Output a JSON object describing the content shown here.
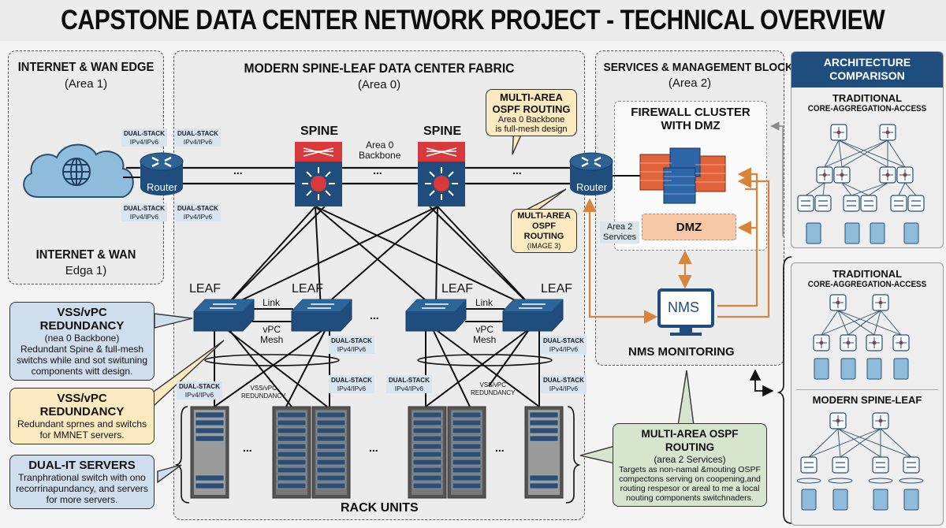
{
  "title": "CAPSTONE DATA CENTER NETWORK PROJECT - TECHNICAL OVERVIEW",
  "colors": {
    "navy": "#1f4e7e",
    "spine_red": "#d9393b",
    "firewall_orange": "#e2623a",
    "orange_link": "#d9843a",
    "dmz_fill": "#f8c7a6",
    "tag_fill": "#d8e4ef",
    "callout_blue": "#cfdeec",
    "callout_yellow": "#fbeac0",
    "callout_green": "#d7e5cf"
  },
  "wan_zone": {
    "title": "INTERNET & WAN EDGE",
    "subtitle": "(Area 1)",
    "footer_title": "INTERNET & WAN",
    "footer_sub": "Edga 1)",
    "cloud_icon": "globe-icon",
    "router_label": "Router",
    "tags": [
      "DUAL-STACK",
      "IPv4/IPv6"
    ]
  },
  "fabric_zone": {
    "title": "MODERN SPINE-LEAF DATA CENTER FABRIC",
    "subtitle": "(Area 0)",
    "spine_label": "SPINE",
    "backbone_label_1": "Area 0",
    "backbone_label_2": "Backbone",
    "leaf_label": "LEAF",
    "link_label": "Link",
    "vpc_label_1": "vPC",
    "vpc_label_2": "Mesh",
    "vss_label_1": "VSS/vPC",
    "vss_label_2": "REDUNDANCY",
    "ellipsis": "...",
    "rack_label": "RACK UNITS",
    "dual_stack_1": "DUAL-STACK",
    "dual_stack_2": "IPv4/IPv6",
    "callout_top": {
      "title_1": "MULTI-AREA",
      "title_2": "OSPF ROUTING",
      "line_1": "Area 0 Backbone",
      "line_2": "is full-mesh design"
    },
    "callout_bottom": {
      "title_1": "MULTI-AREA",
      "title_2": "OSPF ROUTING",
      "line_1": "(IMAGE 3)"
    }
  },
  "services_zone": {
    "title": "SERVICES & MANAGEMENT BLOCK",
    "subtitle": "(Area 2)",
    "router_label": "Router",
    "firewall_title_1": "FIREWALL CLUSTER",
    "firewall_title_2": "WITH DMZ",
    "dmz_label": "DMZ",
    "area2_1": "Area 2",
    "area2_2": "Services",
    "nms_label": "NMS",
    "nms_caption": "NMS MONITORING"
  },
  "left_callouts": [
    {
      "title": "VSS/vPC REDUNDANCY",
      "lines": [
        "(nea 0 Backbone)",
        "Redundant Spine & full-mesh",
        "switchs while and sot swituning",
        "components witt design."
      ]
    },
    {
      "title": "VSS/vPC REDUNDANCY",
      "lines": [
        "Redundant sprnes and switchs",
        "for MMNET servers."
      ]
    },
    {
      "title": "DUAL-IT SERVERS",
      "lines": [
        "Tranphrational switch with ono",
        "recorrinapundancy, and servers",
        "for more servers."
      ]
    }
  ],
  "ospf_callout": {
    "title": "MULTI-AREA OSPF ROUTING",
    "subtitle": "(area 2 Services)",
    "lines": [
      "Targets as non-namal &mouting OSPF",
      "compectons serving on coopening,and",
      "routing respesor or areal to me a local",
      "nouting components switchnaders."
    ]
  },
  "architecture": {
    "header_1": "ARCHITECTURE",
    "header_2": "COMPARISON",
    "panel1_title": "TRADITIONAL",
    "panel1_sub": "CORE-AGGREGATION-ACCESS",
    "panel2_title": "TRADITIONAL",
    "panel2_sub": "CORE-AGGREGATION-ACCESS",
    "panel3_title": "MODERN SPINE-LEAF"
  }
}
